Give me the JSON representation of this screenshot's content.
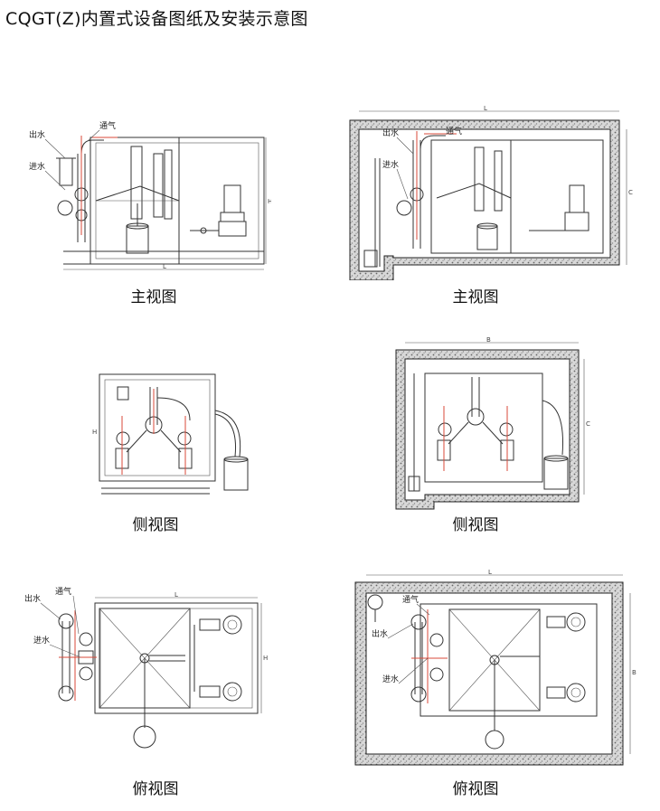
{
  "title": "CQGT(Z)内置式设备图纸及安装示意图",
  "labels": {
    "outlet": "出水",
    "inlet": "进水",
    "vent": "通气",
    "dim_h": "H",
    "dim_l": "L",
    "dim_b": "B",
    "dim_c": "C"
  },
  "captions": {
    "front1": "主视图",
    "front2": "主视图",
    "side1": "侧视图",
    "side2": "侧视图",
    "top1": "俯视图",
    "top2": "俯视图"
  },
  "colors": {
    "line": "#333333",
    "accent": "#d84a3a",
    "concrete": "#bdbdbd"
  }
}
